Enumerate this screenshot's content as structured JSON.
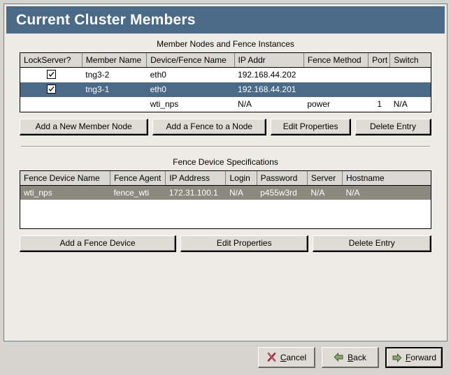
{
  "window": {
    "title": "Current Cluster Members"
  },
  "sections": {
    "members": {
      "heading": "Member Nodes and Fence Instances",
      "columns": [
        "LockServer?",
        "Member Name",
        "Device/Fence Name",
        "IP Addr",
        "Fence Method",
        "Port",
        "Switch"
      ],
      "rows": [
        {
          "lockserver": "checked",
          "member_name": "tng3-2",
          "device_fence_name": "eth0",
          "ip_addr": "192.168.44.202",
          "fence_method": "",
          "port": "",
          "switch": "",
          "selected": false
        },
        {
          "lockserver": "checked",
          "member_name": "tng3-1",
          "device_fence_name": "eth0",
          "ip_addr": "192.168.44.201",
          "fence_method": "",
          "port": "",
          "switch": "",
          "selected": true
        },
        {
          "lockserver": "",
          "member_name": "",
          "device_fence_name": "wti_nps",
          "ip_addr": "N/A",
          "fence_method": "power",
          "port": "1",
          "switch": "N/A",
          "selected": false
        }
      ],
      "buttons": [
        {
          "label": "Add a New Member Node"
        },
        {
          "label": "Add a Fence to a Node"
        },
        {
          "label": "Edit Properties"
        },
        {
          "label": "Delete Entry"
        }
      ]
    },
    "fence_devices": {
      "heading": "Fence Device Specifications",
      "columns": [
        "Fence Device Name",
        "Fence Agent",
        "IP Address",
        "Login",
        "Password",
        "Server",
        "Hostname"
      ],
      "rows": [
        {
          "fence_device_name": "wti_nps",
          "fence_agent": "fence_wti",
          "ip_address": "172.31.100.1",
          "login": "N/A",
          "password": "p455w3rd",
          "server": "N/A",
          "hostname": "N/A",
          "selected": true
        }
      ],
      "buttons": [
        {
          "label": "Add a Fence Device"
        },
        {
          "label": "Edit Properties"
        },
        {
          "label": "Delete Entry"
        }
      ]
    }
  },
  "navigation": {
    "cancel": {
      "label_pre": "",
      "mnemonic": "C",
      "label_post": "ancel",
      "icon": "cancel-x-icon"
    },
    "back": {
      "label_pre": "",
      "mnemonic": "B",
      "label_post": "ack",
      "icon": "arrow-left-icon"
    },
    "forward": {
      "label_pre": "",
      "mnemonic": "F",
      "label_post": "orward",
      "icon": "arrow-right-icon"
    }
  },
  "colors": {
    "titlebar": "#4a6a87",
    "selection_focused": "#4a6a87",
    "selection_unfocused": "#8b887e",
    "panel_bg": "#ecebe6",
    "window_bg": "#d6d4cf",
    "header_bg": "#d9d8d2",
    "cancel_icon": "#9c2b3e",
    "nav_arrow": "#7d9468"
  }
}
